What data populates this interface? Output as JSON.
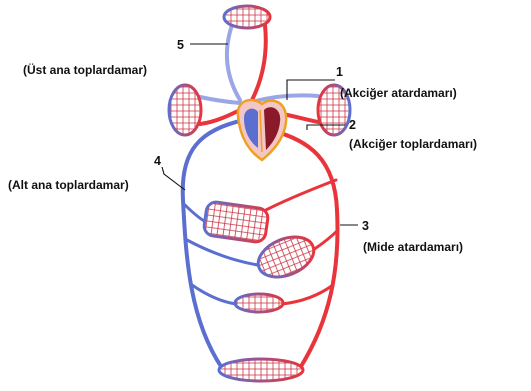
{
  "labels": [
    {
      "id": "1",
      "number": "1",
      "name": "(Akciğer atardamarı)"
    },
    {
      "id": "2",
      "number": "2",
      "name": "(Akciğer toplardamarı)"
    },
    {
      "id": "3",
      "number": "3",
      "name": "(Mide atardamarı)"
    },
    {
      "id": "4",
      "number": "4",
      "name": "(Alt ana toplardamar)"
    },
    {
      "id": "5",
      "number": "5",
      "name": "(Üst ana toplardamar)"
    }
  ],
  "colors": {
    "artery": "#e8343a",
    "vein": "#5b6fd0",
    "mixed": "#9a6aa0",
    "heart_outline": "#f0a020",
    "heart_dark": "#6a1020"
  }
}
